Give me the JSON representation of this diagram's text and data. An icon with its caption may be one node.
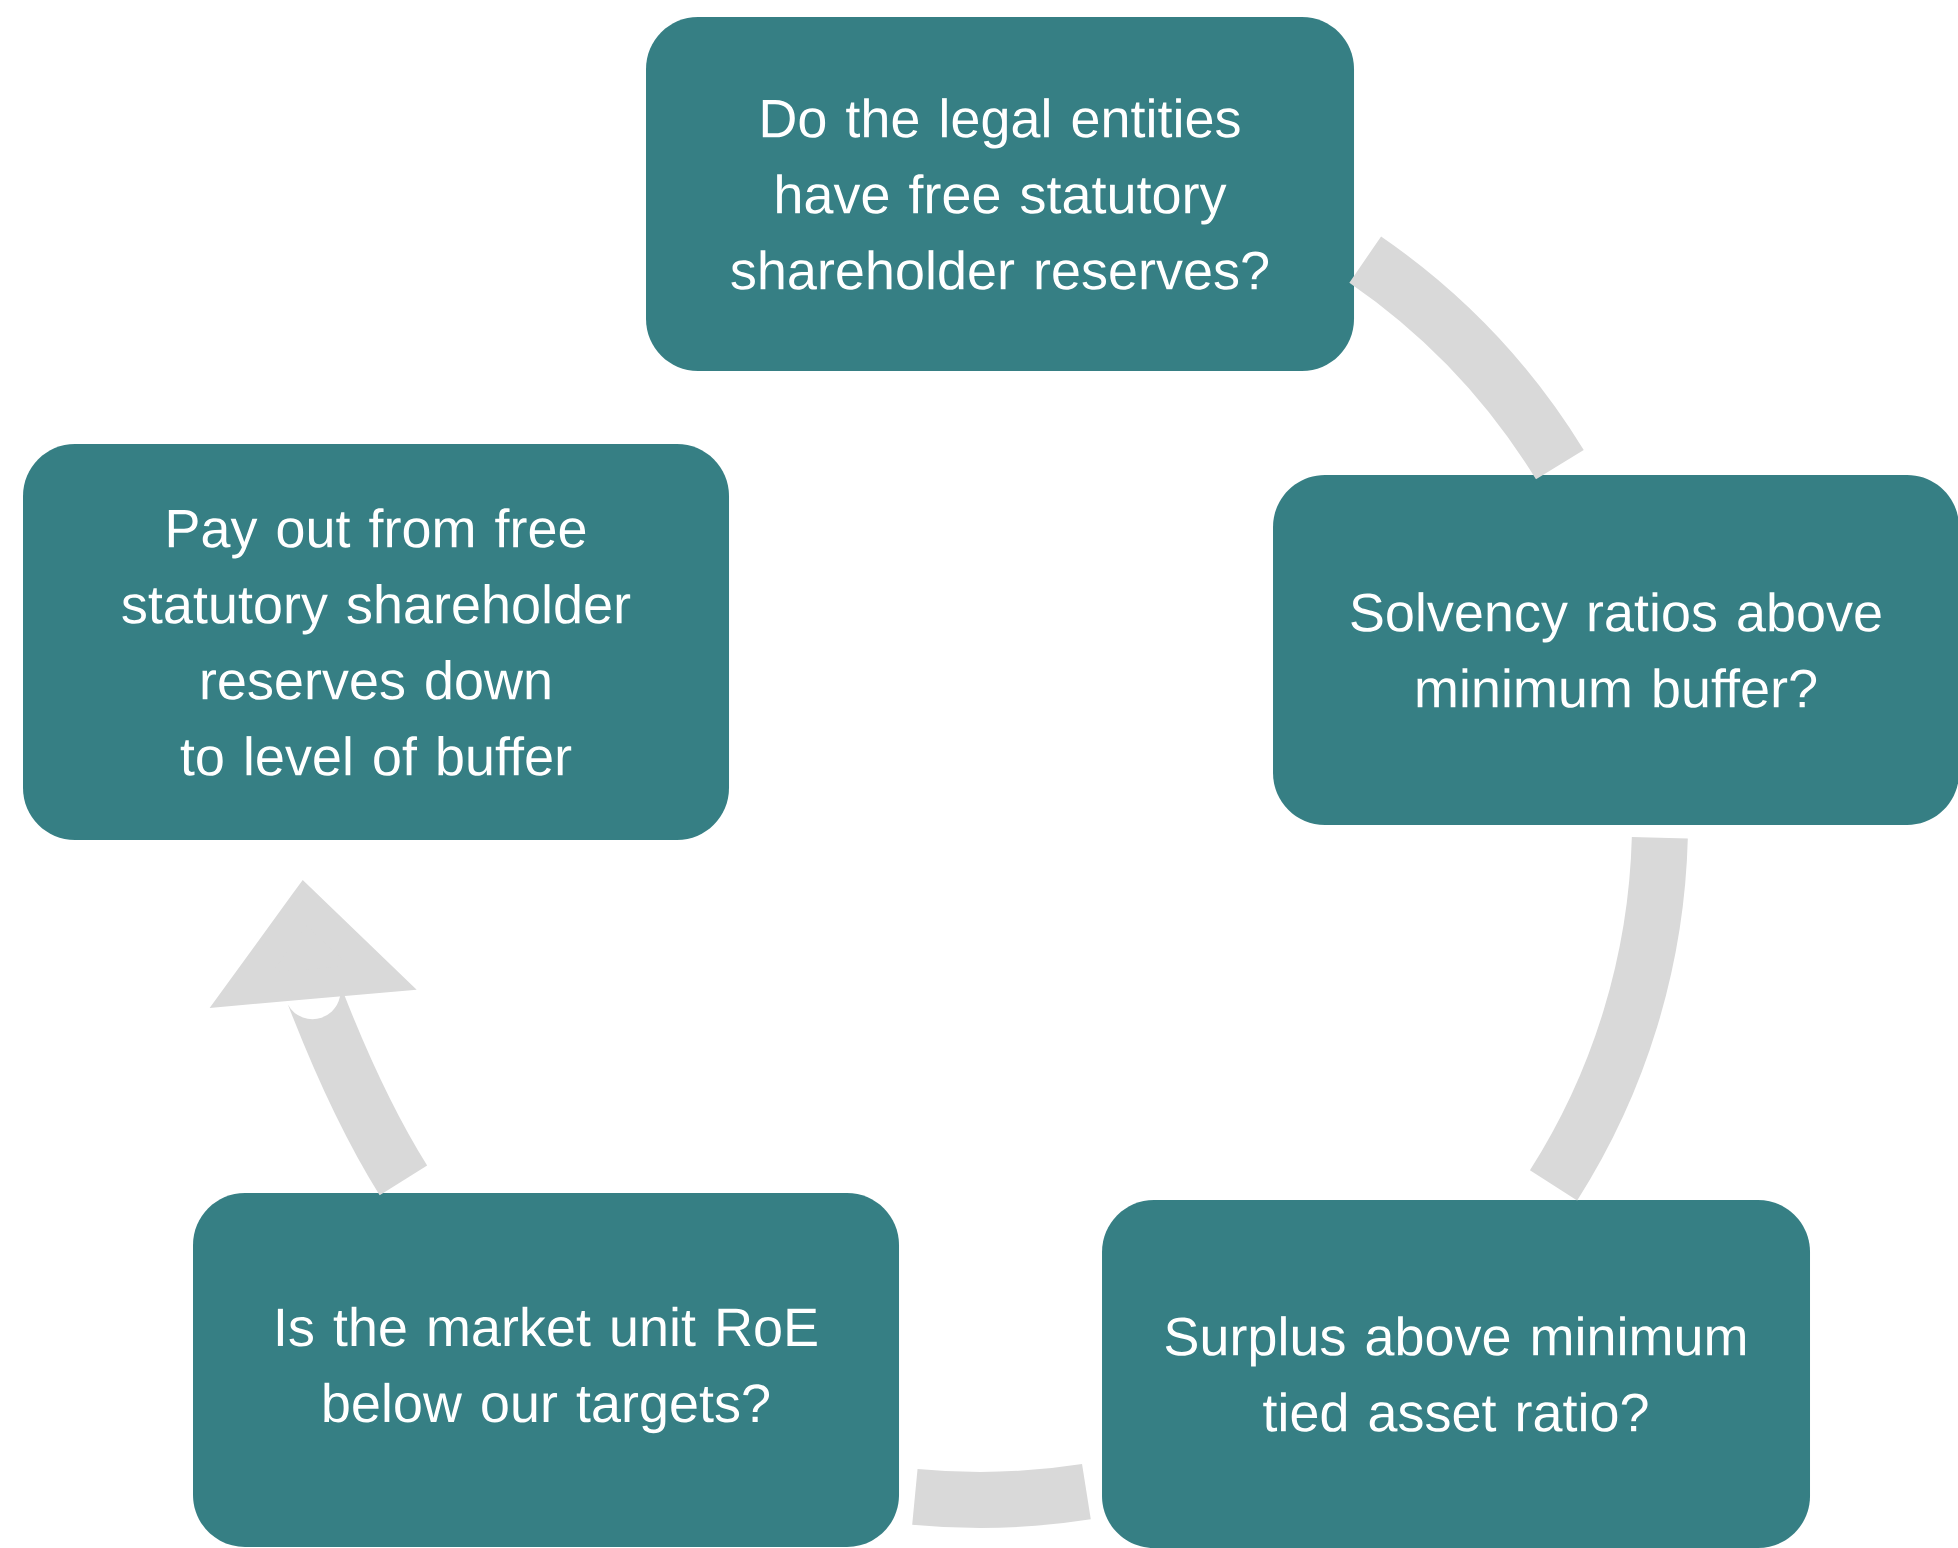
{
  "diagram": {
    "nodes": [
      {
        "text": [
          "Do the legal entities have free statutory shareholder reserves?"
        ]
      },
      {
        "text": [
          "Solvency ratios above minimum buffer?"
        ]
      },
      {
        "text": [
          "Surplus above minimum tied asset ratio?"
        ]
      },
      {
        "text": [
          "Is the market unit RoE below our targets?"
        ]
      },
      {
        "text": [
          "Pay out from free statutory shareholder reserves down to level of buffer"
        ]
      }
    ],
    "edges": [
      {
        "from": 0,
        "to": 1,
        "arrow": "none"
      },
      {
        "from": 1,
        "to": 2,
        "arrow": "none"
      },
      {
        "from": 2,
        "to": 3,
        "arrow": "none"
      },
      {
        "from": 3,
        "to": 4,
        "arrow": "to"
      }
    ]
  }
}
